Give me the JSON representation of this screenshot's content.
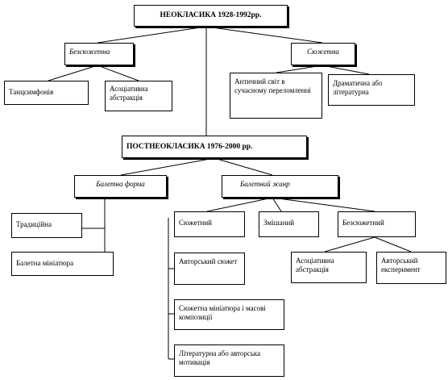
{
  "root": {
    "label": "НЕОКЛАСИКА 1928-1992рр."
  },
  "neo_branches": [
    {
      "label": "Безсюжетна",
      "children": [
        "Танцсимфонія",
        "Асоціативна абстракція"
      ]
    },
    {
      "label": "Сюжетна",
      "children": [
        "Античний світ в сучасному переломленні",
        "Драматична або літературна"
      ]
    }
  ],
  "post": {
    "label": "ПОСТНЕОКЛАСИКА 1976-2000 рр."
  },
  "post_branches": [
    {
      "label": "Балетна форма",
      "children": [
        "Традиційна",
        "Балетна мініатюра"
      ]
    },
    {
      "label": "Балетний жанр",
      "children": [
        "Сюжетний",
        "Змішаний",
        "Безсюжетний"
      ]
    }
  ],
  "plot_children": [
    "Авторський сюжет",
    "Сюжетна мініатюра і масові композиції",
    "Літературна або авторська мотивація"
  ],
  "plotless_children": [
    "Асоціативна абстракція",
    "Авторський експеримент"
  ]
}
